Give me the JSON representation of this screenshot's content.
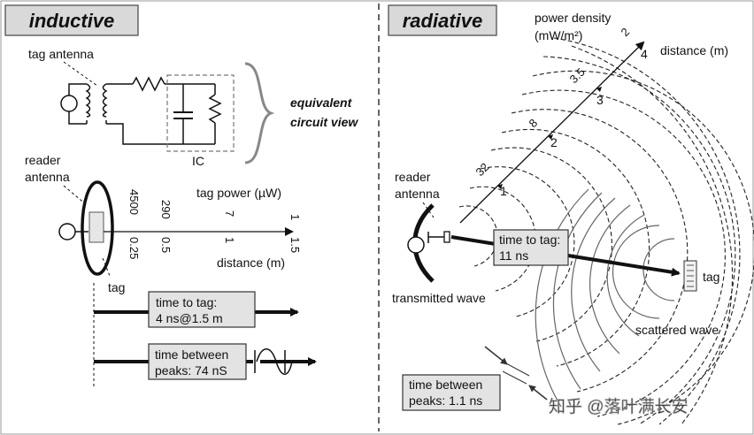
{
  "inductive": {
    "title": "inductive",
    "tag_antenna_label": "tag antenna",
    "reader_antenna_label": [
      "reader",
      "antenna"
    ],
    "equivalent_label": [
      "equivalent",
      "circuit view"
    ],
    "ic_label": "IC",
    "tag_power_label": "tag power (µW)",
    "distance_label": "distance (m)",
    "tag_label": "tag",
    "power_values": [
      "4500",
      "290",
      "7",
      "1"
    ],
    "distance_values": [
      "0.25",
      "0.5",
      "1",
      "1.5"
    ],
    "time_to_tag": [
      "time to tag:",
      "4 ns@1.5 m"
    ],
    "time_between_peaks": [
      "time between",
      "peaks: 74 nS"
    ]
  },
  "radiative": {
    "title": "radiative",
    "power_density_label": [
      "power density",
      "(mW/m²)"
    ],
    "distance_label": "distance (m)",
    "reader_antenna_label": [
      "reader",
      "antenna"
    ],
    "transmitted_label": "transmitted wave",
    "scattered_label": "scattered wave",
    "tag_label": "tag",
    "power_values": [
      "32",
      "8",
      "3.5",
      "2"
    ],
    "distance_values": [
      "1",
      "2",
      "3",
      "4"
    ],
    "time_to_tag": [
      "time to tag:",
      "11 ns"
    ],
    "time_between_peaks": [
      "time between",
      "peaks: 1.1 ns"
    ]
  },
  "watermark": "知乎 @落叶满长安"
}
